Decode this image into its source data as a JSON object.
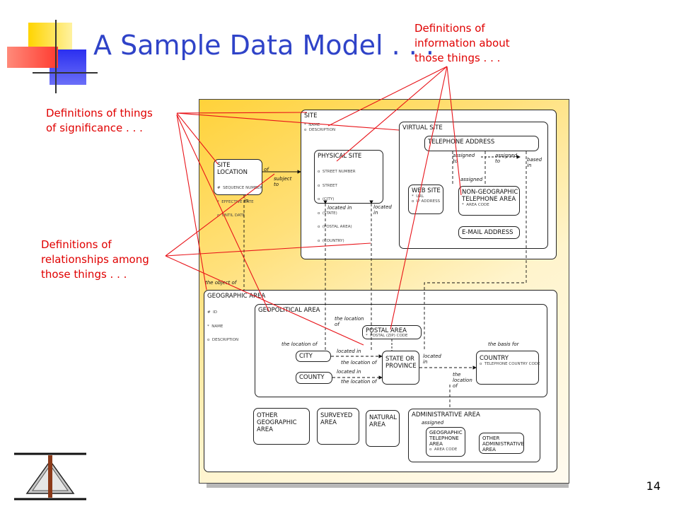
{
  "slide": {
    "title": "A Sample Data Model . . .",
    "page_number": "14"
  },
  "callouts": {
    "things": [
      "Definitions of things",
      "of significance . . ."
    ],
    "information": [
      "Definitions of",
      "information  about",
      "those things . . ."
    ],
    "relationships": [
      "Definitions of",
      "relationships among",
      "those things . . ."
    ]
  },
  "colors": {
    "title": "#2f43c8",
    "callout": "#e00000",
    "deco_yellow": "#ffd400",
    "deco_red": "#ff3b30",
    "deco_blue": "#2b2ff0"
  },
  "diagram": {
    "entities": {
      "site": {
        "title": [
          "SITE"
        ],
        "attrs": [
          "*  NAME",
          "o  DESCRIPTION"
        ]
      },
      "physical_site": {
        "title": [
          "PHYSICAL SITE"
        ],
        "attrs": [
          "o  STREET NUMBER",
          "o  STREET",
          "o  (CITY)",
          "o  (STATE)",
          "o  (POSTAL AREA)",
          "o  (COUNTRY)"
        ]
      },
      "virtual_site": {
        "title": [
          "VIRTUAL SITE"
        ],
        "attrs": []
      },
      "telephone_address": {
        "title": [
          "TELEPHONE ADDRESS"
        ],
        "attrs": []
      },
      "web_site": {
        "title": [
          "WEB SITE"
        ],
        "attrs": [
          "*  URL",
          "o  IP ADDRESS"
        ]
      },
      "non_geo_area": {
        "title": [
          "NON-GEOGRAPHIC",
          "TELEPHONE AREA"
        ],
        "attrs": [
          "*  AREA CODE"
        ]
      },
      "email_address": {
        "title": [
          "E-MAIL ADDRESS"
        ],
        "attrs": []
      },
      "site_location": {
        "title": [
          "SITE",
          "LOCATION"
        ],
        "attrs": [
          "#  SEQUENCE NUMBER",
          "*  EFFECTIVE DATE",
          "o  UNTIL DATE"
        ]
      },
      "geographic_area": {
        "title": [
          "GEOGRAPHIC AREA"
        ],
        "attrs": [
          "#  ID",
          "*  NAME",
          "o  DESCRIPTION"
        ]
      },
      "geopolitical_area": {
        "title": [
          "GEOPOLITICAL AREA"
        ],
        "attrs": []
      },
      "postal_area": {
        "title": [
          "POSTAL AREA"
        ],
        "attrs": [
          "*  POSTAL (ZIP) CODE"
        ]
      },
      "city": {
        "title": [
          "CITY"
        ],
        "attrs": []
      },
      "county": {
        "title": [
          "COUNTY"
        ],
        "attrs": []
      },
      "state_province": {
        "title": [
          "STATE OR",
          "PROVINCE"
        ],
        "attrs": []
      },
      "country": {
        "title": [
          "COUNTRY"
        ],
        "attrs": [
          "o  TELEPHONE COUNTRY CODE"
        ]
      },
      "other_geo_area": {
        "title": [
          "OTHER",
          "GEOGRAPHIC",
          "AREA"
        ],
        "attrs": []
      },
      "surveyed_area": {
        "title": [
          "SURVEYED",
          "AREA"
        ],
        "attrs": []
      },
      "natural_area": {
        "title": [
          "NATURAL",
          "AREA"
        ],
        "attrs": []
      },
      "administrative_area": {
        "title": [
          "ADMINISTRATIVE AREA"
        ],
        "attrs": []
      },
      "geo_tel_area": {
        "title": [
          "GEOGRAPHIC",
          "TELEPHONE",
          "AREA"
        ],
        "attrs": [
          "o  AREA CODE"
        ]
      },
      "other_admin_area": {
        "title": [
          "OTHER",
          "ADMINISTRATIVE",
          "AREA"
        ],
        "attrs": []
      }
    },
    "relationships": {
      "of": "of",
      "subject_to": "subject\nto",
      "in": "in",
      "the_object_of": "the object of",
      "located_in_1": "located in",
      "located_in_2": "located\nin",
      "assigned_to_1": "assigned\nto",
      "assigned_to_2": "assigned\nto",
      "based_in": "based\nin",
      "assigned_1": "assigned",
      "the_location_of_1": "the location\nof",
      "the_location_of_2": "the location of",
      "located_in_3": "located in",
      "the_location_of_3": "the location of",
      "located_in_4": "located in",
      "the_location_of_4": "the location of",
      "located_in_5": "located\nin",
      "the_location_of_5": "the\nlocation\nof",
      "the_basis_for": "the basis for",
      "assigned_2": "assigned"
    }
  }
}
